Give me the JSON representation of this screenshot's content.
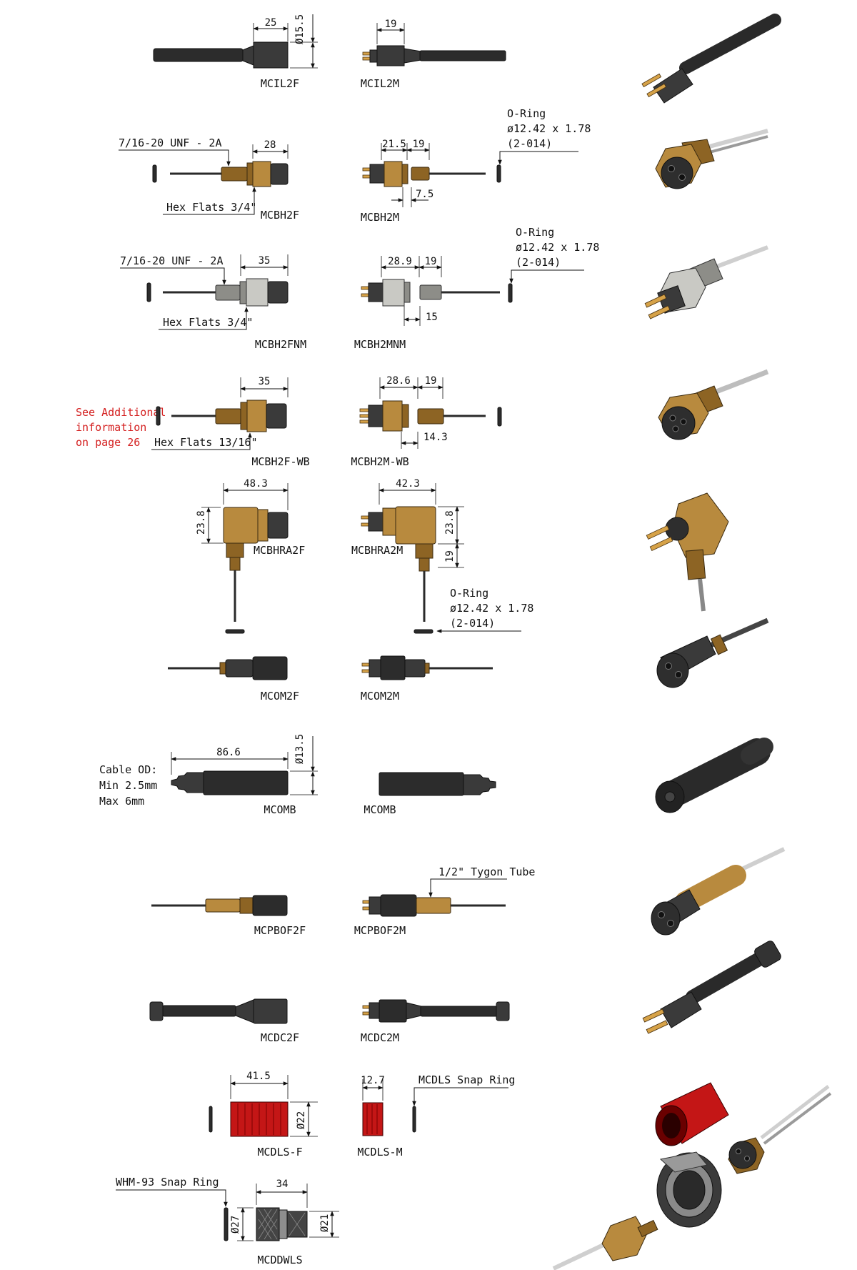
{
  "rows": [
    {
      "female": "MCIL2F",
      "male": "MCIL2M",
      "dims": [
        "25",
        "15.5",
        "19"
      ]
    },
    {
      "female": "MCBH2F",
      "male": "MCBH2M",
      "thread": "7/16-20 UNF - 2A",
      "hex": "Hex Flats 3/4\"",
      "dims": [
        "28",
        "21.5",
        "19",
        "7.5"
      ]
    },
    {
      "female": "MCBH2FNM",
      "male": "MCBH2MNM",
      "thread": "7/16-20 UNF - 2A",
      "hex": "Hex Flats 3/4\"",
      "dims": [
        "35",
        "28.9",
        "19",
        "15"
      ]
    },
    {
      "female": "MCBH2F-WB",
      "male": "MCBH2M-WB",
      "hex": "Hex Flats 13/16\"",
      "dims": [
        "35",
        "28.6",
        "19",
        "14.3"
      ]
    },
    {
      "female": "MCBHRA2F",
      "male": "MCBHRA2M",
      "dims": [
        "48.3",
        "23.8",
        "42.3",
        "23.8",
        "19"
      ]
    },
    {
      "female": "MCOM2F",
      "male": "MCOM2M"
    },
    {
      "female": "MCOMB",
      "male": "MCOMB",
      "dims": [
        "86.6",
        "13.5"
      ]
    },
    {
      "female": "MCPBOF2F",
      "male": "MCPBOF2M",
      "tube": "1/2\" Tygon Tube"
    },
    {
      "female": "MCDC2F",
      "male": "MCDC2M"
    },
    {
      "female": "MCDLS-F",
      "male": "MCDLS-M",
      "snap": "MCDLS Snap Ring",
      "dims": [
        "41.5",
        "22",
        "12.7"
      ]
    },
    {
      "single": "MCDDWLS",
      "snap": "WHM-93 Snap Ring",
      "dims": [
        "34",
        "27",
        "21"
      ]
    }
  ],
  "oring": {
    "line1": "O-Ring",
    "line2": "ø12.42 x 1.78",
    "line3": "(2-014)"
  },
  "see_note": {
    "line1": "See Additional",
    "line2": "information",
    "line3": "on page 26",
    "color": "#d42020"
  },
  "cable_od": {
    "line1": "Cable OD:",
    "line2": "Min 2.5mm",
    "line3": "Max 6mm"
  },
  "dia_symbol": "Ø",
  "colors": {
    "brass": "#b88a3e",
    "black": "#2c2c2c",
    "red": "#c41616",
    "steel": "#c9c9c4",
    "note_red": "#d42020"
  }
}
